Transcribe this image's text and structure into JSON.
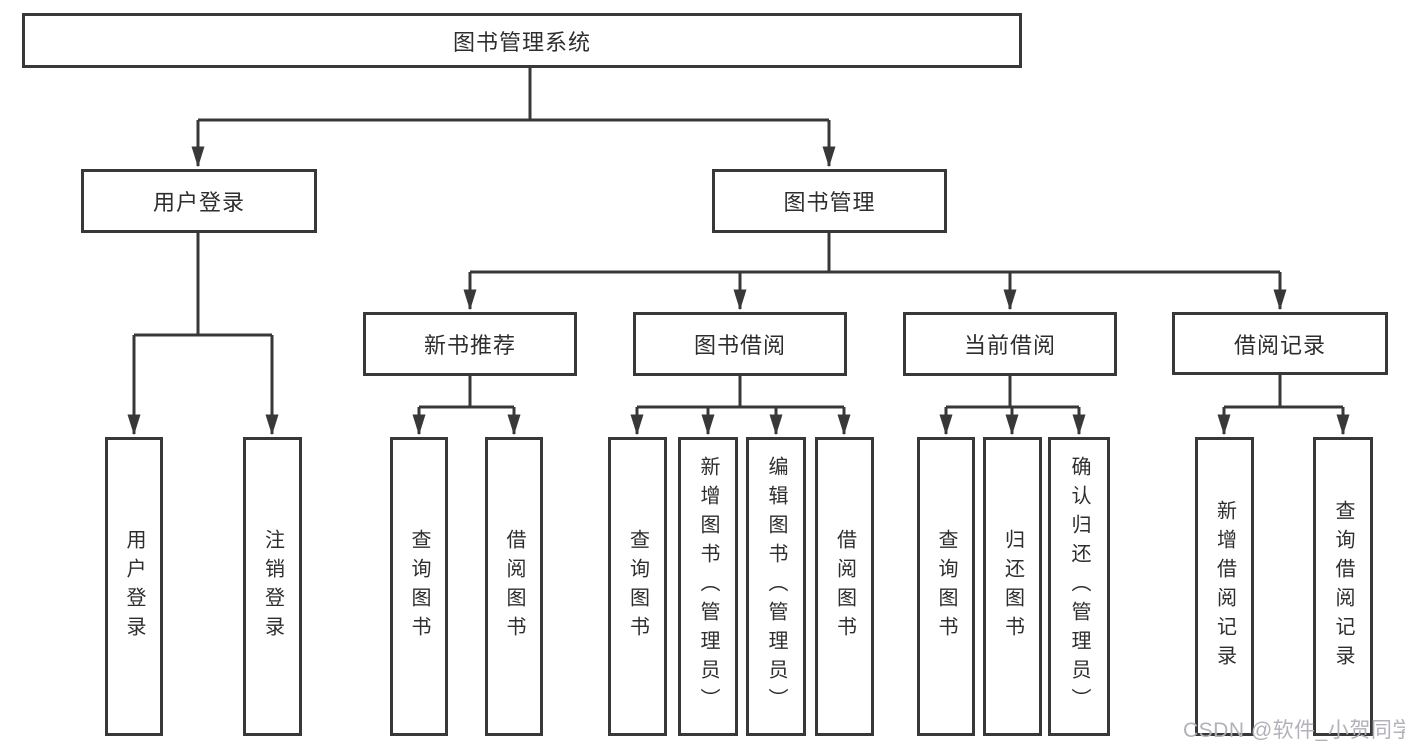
{
  "tree": {
    "root": {
      "label": "图书管理系统"
    },
    "branches": [
      {
        "label": "用户登录",
        "children": [
          {
            "label": "用户登录"
          },
          {
            "label": "注销登录"
          }
        ]
      },
      {
        "label": "图书管理",
        "children": [
          {
            "label": "新书推荐",
            "children": [
              {
                "label": "查询图书"
              },
              {
                "label": "借阅图书"
              }
            ]
          },
          {
            "label": "图书借阅",
            "children": [
              {
                "label": "查询图书"
              },
              {
                "label": "新增图书（管理员）"
              },
              {
                "label": "编辑图书（管理员）"
              },
              {
                "label": "借阅图书"
              }
            ]
          },
          {
            "label": "当前借阅",
            "children": [
              {
                "label": "查询图书"
              },
              {
                "label": "归还图书"
              },
              {
                "label": "确认归还（管理员）"
              }
            ]
          },
          {
            "label": "借阅记录",
            "children": [
              {
                "label": "新增借阅记录"
              },
              {
                "label": "查询借阅记录"
              }
            ]
          }
        ]
      }
    ]
  },
  "watermark": {
    "text": "CSDN @软件_小贺同学"
  },
  "colors": {
    "line": "#383838",
    "box_border": "#383838",
    "text": "#2e2e2e",
    "watermark": "#b2b2ba",
    "background": "#ffffff"
  }
}
